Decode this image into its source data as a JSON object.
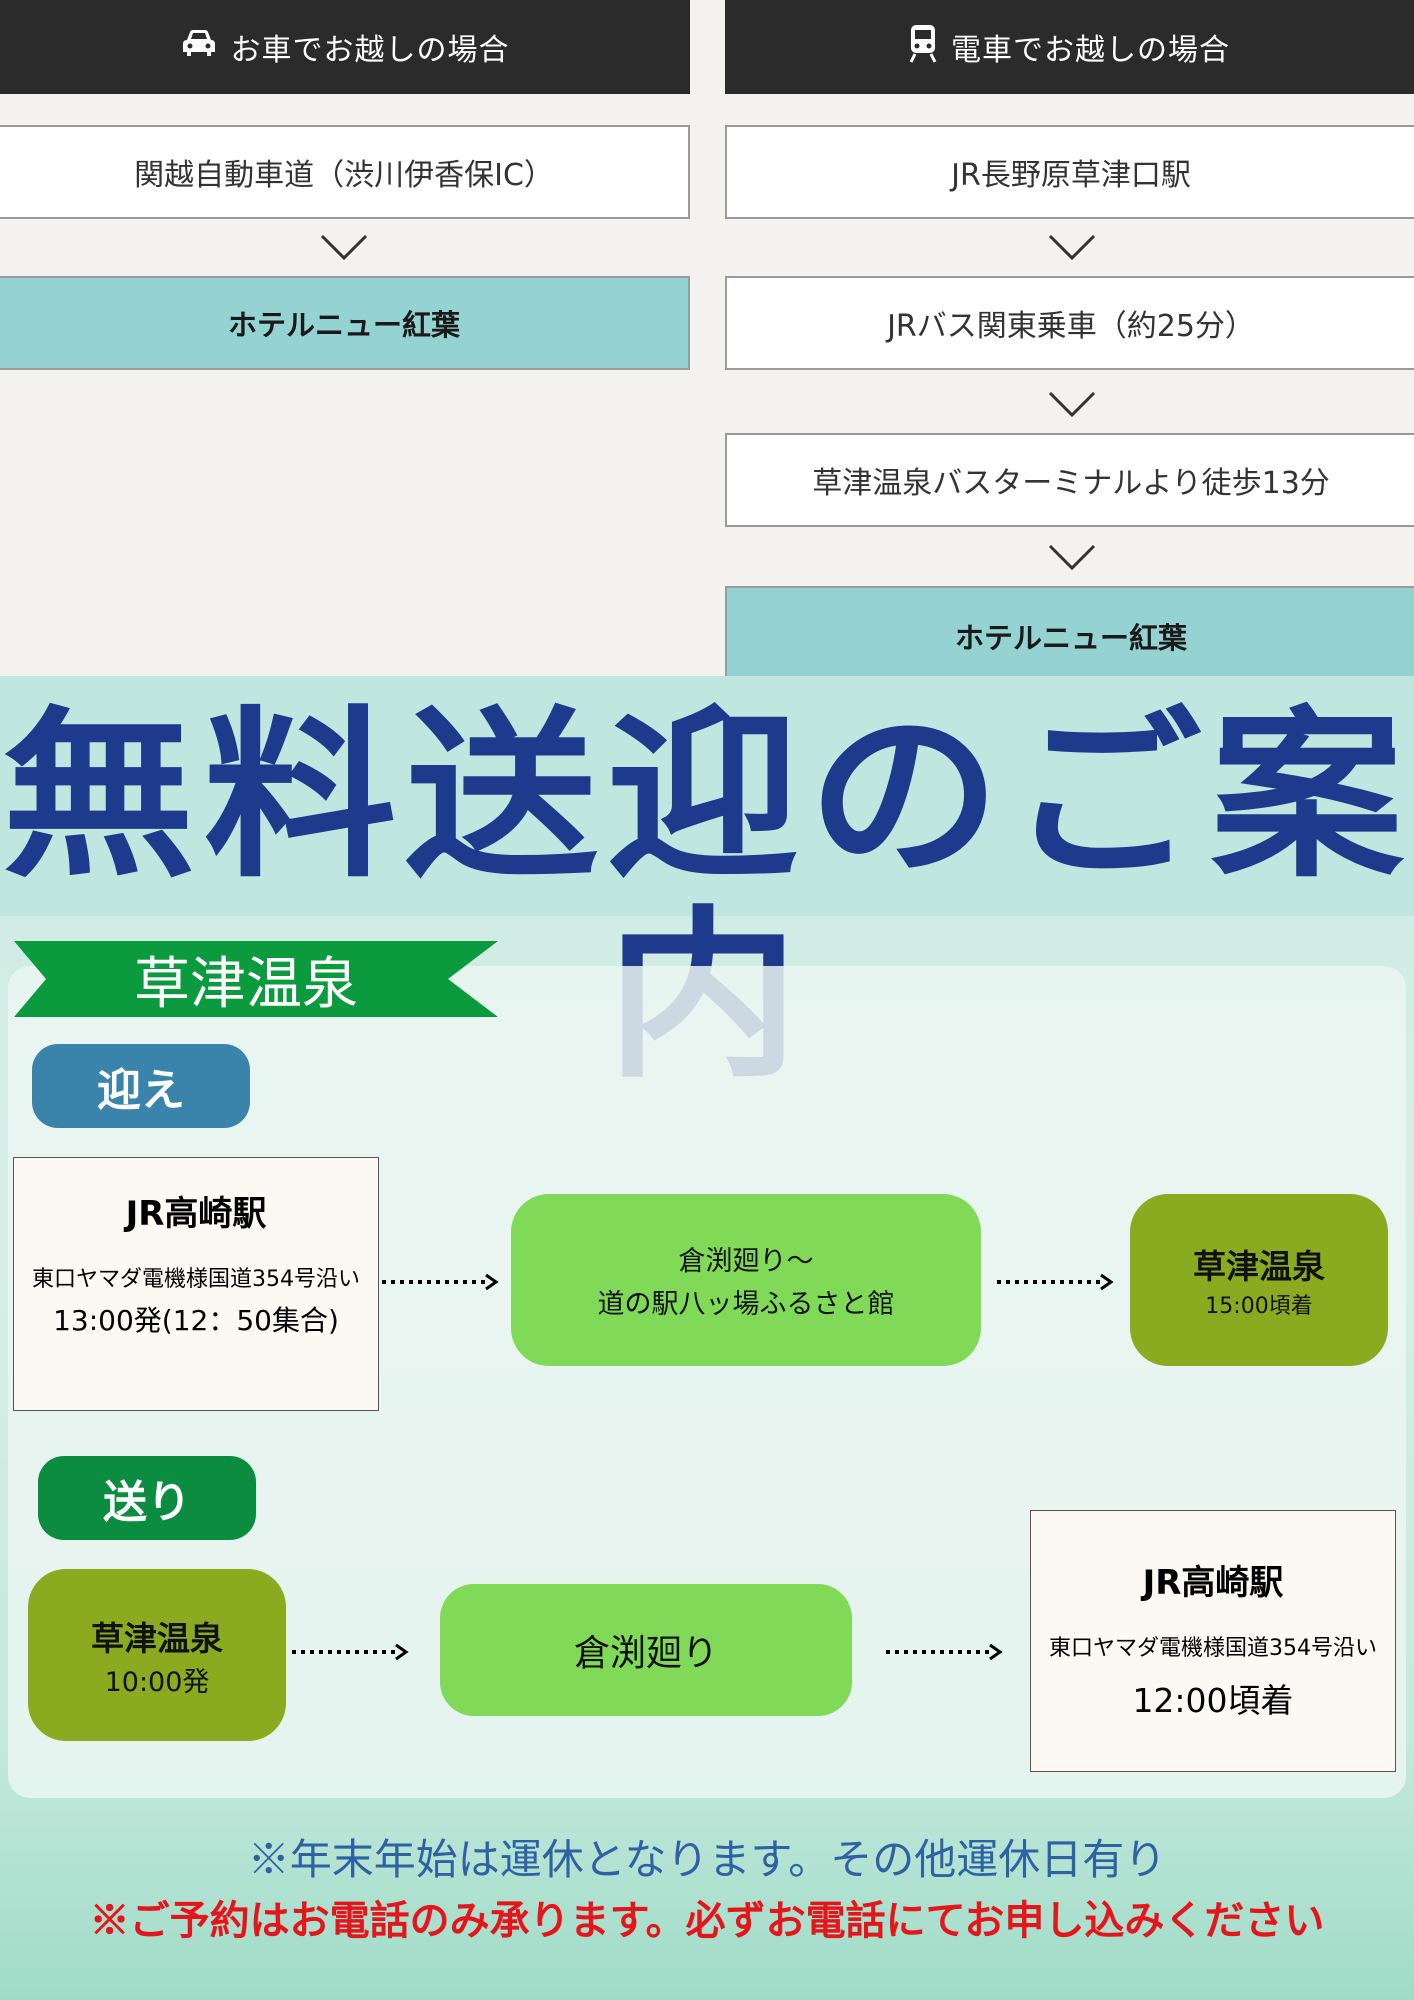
{
  "access": {
    "car": {
      "header": "お車でお越しの場合",
      "icon": "car-icon",
      "steps": [
        "関越自動車道（渋川伊香保IC）",
        "ホテルニュー紅葉"
      ]
    },
    "train": {
      "header": "電車でお越しの場合",
      "icon": "train-icon",
      "steps": [
        "JR長野原草津口駅",
        "JRバス関東乗車（約25分）",
        "草津温泉バスターミナルより徒歩13分",
        "ホテルニュー紅葉"
      ]
    }
  },
  "shuttle": {
    "title": "無料送迎のご案内",
    "area": "草津温泉",
    "pickup": {
      "label": "迎え",
      "origin": {
        "name": "JR高崎駅",
        "address": "東口ヤマダ電機様国道354号沿い",
        "time": "13:00発(12：50集合)"
      },
      "via": {
        "line1": "倉渕廻り～",
        "line2": "道の駅八ッ場ふるさと館"
      },
      "destination": {
        "name": "草津温泉",
        "time": "15:00頃着"
      }
    },
    "dropoff": {
      "label": "送り",
      "origin": {
        "name": "草津温泉",
        "time": "10:00発"
      },
      "via": {
        "line1": "倉渕廻り"
      },
      "destination": {
        "name": "JR高崎駅",
        "address": "東口ヤマダ電機様国道354号沿い",
        "time": "12:00頃着"
      }
    },
    "notes": [
      "※年末年始は運休となります。その他運休日有り",
      "※ご予約はお電話のみ承ります。必ずお電話にてお申し込みください"
    ]
  },
  "colors": {
    "header_bg": "#2b2b2b",
    "hotel_box": "#95d2d2",
    "title_blue": "#1d3a8c",
    "ribbon_green": "#0b9a3e",
    "pickup_label": "#3a84ac",
    "dropoff_label": "#0b8c40",
    "route_light_green": "#80d957",
    "route_dark_green": "#8aab1f",
    "note_blue": "#2f62a3",
    "note_red": "#e4161b"
  }
}
